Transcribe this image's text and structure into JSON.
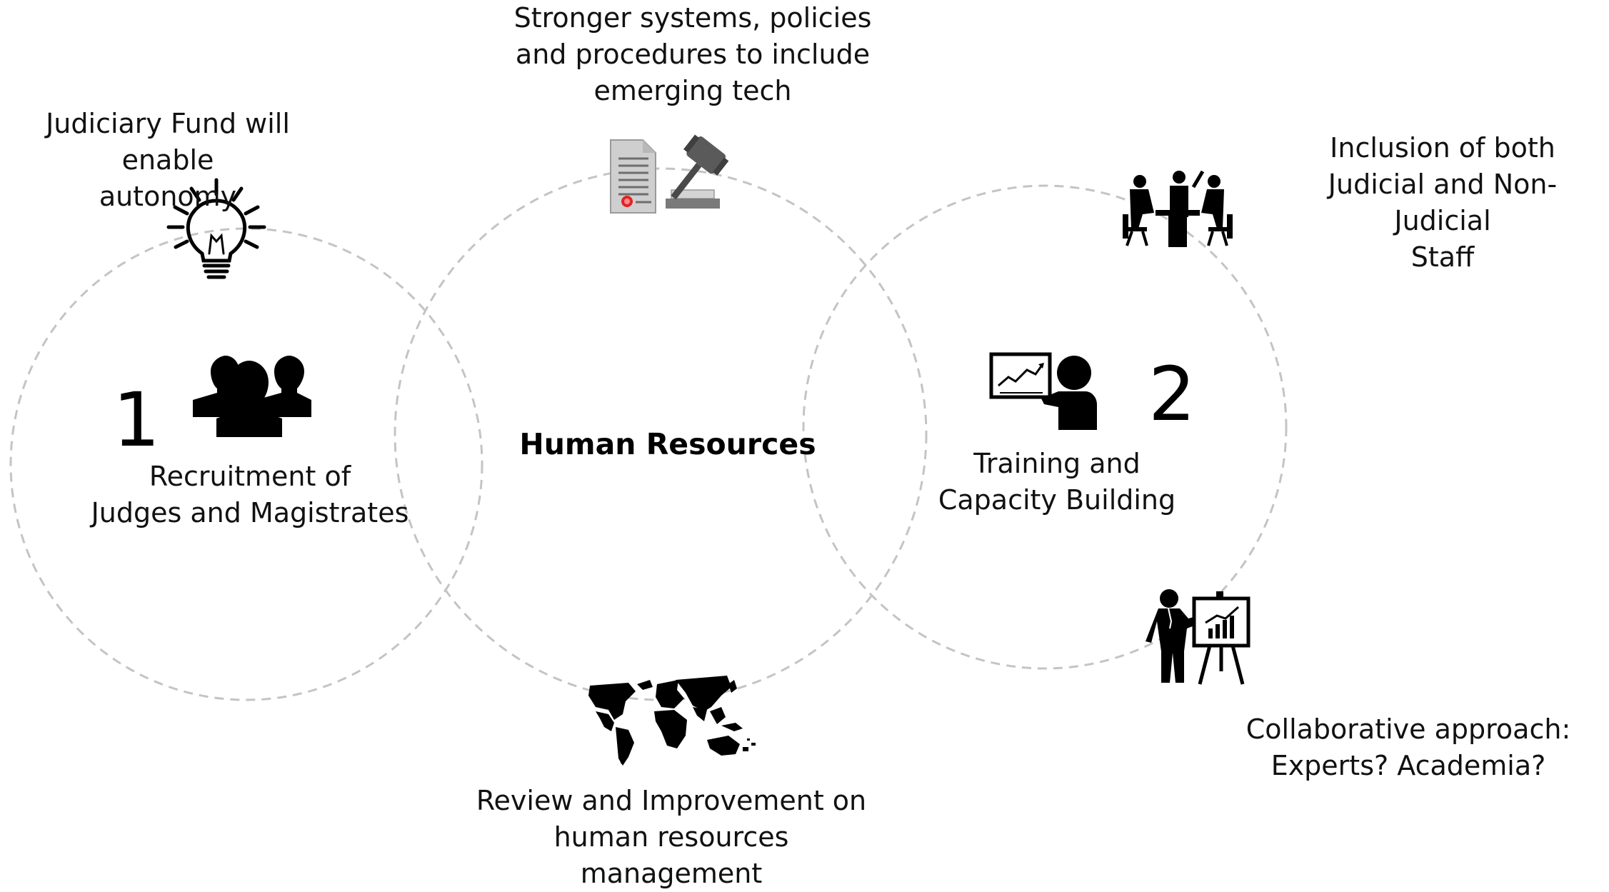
{
  "diagram": {
    "center_label": "Human Resources",
    "pillar1": {
      "number": "1",
      "label_line1": "Recruitment of",
      "label_line2": "Judges and Magistrates"
    },
    "pillar2": {
      "number": "2",
      "label_line1": "Training and",
      "label_line2": "Capacity Building"
    },
    "notes": {
      "fund": {
        "line1": "Judiciary Fund will enable",
        "line2": "autonomy"
      },
      "systems": {
        "line1": "Stronger systems, policies",
        "line2": "and procedures to include",
        "line3": "emerging tech"
      },
      "staff": {
        "line1": "Inclusion of both",
        "line2": "Judicial and Non-Judicial",
        "line3": "Staff"
      },
      "collab": {
        "line1": "Collaborative approach:",
        "line2": "Experts? Academia?"
      },
      "review": {
        "line1": "Review and Improvement on",
        "line2": "human resources management"
      }
    },
    "icons": [
      "lightbulb-icon",
      "document-gavel-icon",
      "meeting-table-icon",
      "group-people-icon",
      "trainer-chart-icon",
      "presenter-easel-icon",
      "world-map-icon"
    ],
    "colors": {
      "circle_stroke": "#bdbdbd",
      "icon_fill": "#000000"
    }
  }
}
